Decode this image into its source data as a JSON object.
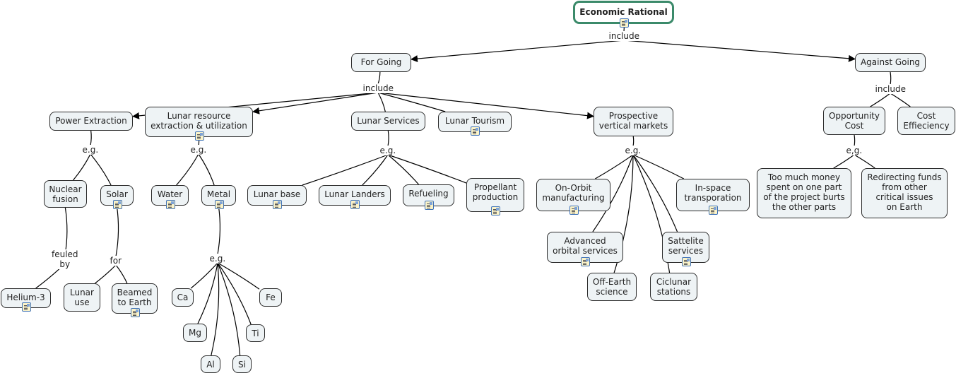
{
  "map_title": "Economic Rational",
  "nodes": [
    {
      "id": "root",
      "label": "Economic Rational",
      "doc": true,
      "root": true
    },
    {
      "id": "for",
      "label": "For Going",
      "doc": false
    },
    {
      "id": "against",
      "label": "Against Going",
      "doc": false
    },
    {
      "id": "power",
      "label": "Power Extraction",
      "doc": false
    },
    {
      "id": "resource",
      "label": "Lunar resource\nextraction & utilization",
      "doc": true
    },
    {
      "id": "services",
      "label": "Lunar Services",
      "doc": false
    },
    {
      "id": "tourism",
      "label": "Lunar Tourism",
      "doc": true
    },
    {
      "id": "vertical",
      "label": "Prospective\nvertical markets",
      "doc": false
    },
    {
      "id": "opportunity",
      "label": "Opportunity\nCost",
      "doc": false
    },
    {
      "id": "efficiency",
      "label": "Cost\nEffieciency",
      "doc": false
    },
    {
      "id": "nuclear",
      "label": "Nuclear\nfusion",
      "doc": false
    },
    {
      "id": "solar",
      "label": "Solar",
      "doc": true
    },
    {
      "id": "water",
      "label": "Water",
      "doc": true
    },
    {
      "id": "metal",
      "label": "Metal",
      "doc": true
    },
    {
      "id": "base",
      "label": "Lunar base",
      "doc": true
    },
    {
      "id": "landers",
      "label": "Lunar Landers",
      "doc": true
    },
    {
      "id": "refueling",
      "label": "Refueling",
      "doc": true
    },
    {
      "id": "propellant",
      "label": "Propellant\nproduction",
      "doc": true
    },
    {
      "id": "onorbit",
      "label": "On-Orbit\nmanufacturing",
      "doc": true
    },
    {
      "id": "inspace",
      "label": "In-space\ntransporation",
      "doc": true
    },
    {
      "id": "advanced",
      "label": "Advanced\norbital services",
      "doc": true
    },
    {
      "id": "satellite",
      "label": "Sattelite\nservices",
      "doc": true
    },
    {
      "id": "offearth",
      "label": "Off-Earth\nscience",
      "doc": false
    },
    {
      "id": "cislunar",
      "label": "Ciclunar\nstations",
      "doc": false
    },
    {
      "id": "toomuch",
      "label": "Too much money\nspent on one part\nof the project burts\nthe other parts",
      "doc": false
    },
    {
      "id": "redirect",
      "label": "Redirecting funds\nfrom other\ncritical issues\non Earth",
      "doc": false
    },
    {
      "id": "helium",
      "label": "Helium-3",
      "doc": true
    },
    {
      "id": "lunaruse",
      "label": "Lunar\nuse",
      "doc": false
    },
    {
      "id": "beamed",
      "label": "Beamed\nto Earth",
      "doc": true
    },
    {
      "id": "ca",
      "label": "Ca",
      "doc": false
    },
    {
      "id": "fe",
      "label": "Fe",
      "doc": false
    },
    {
      "id": "mg",
      "label": "Mg",
      "doc": false
    },
    {
      "id": "ti",
      "label": "Ti",
      "doc": false
    },
    {
      "id": "al",
      "label": "Al",
      "doc": false
    },
    {
      "id": "si",
      "label": "Si",
      "doc": false
    }
  ],
  "link_phrases": [
    {
      "id": "inc_root",
      "label": "include",
      "from": "root",
      "to": [
        "for",
        "against"
      ],
      "arrows": true
    },
    {
      "id": "inc_for",
      "label": "include",
      "from": "for",
      "to": [
        "power",
        "resource",
        "services",
        "tourism",
        "vertical"
      ],
      "arrows_to": [
        "power",
        "resource",
        "vertical"
      ]
    },
    {
      "id": "inc_against",
      "label": "include",
      "from": "against",
      "to": [
        "opportunity",
        "efficiency"
      ]
    },
    {
      "id": "eg_power",
      "label": "e.g.",
      "from": "power",
      "to": [
        "nuclear",
        "solar"
      ]
    },
    {
      "id": "eg_resource",
      "label": "e.g.",
      "from": "resource",
      "to": [
        "water",
        "metal"
      ]
    },
    {
      "id": "eg_services",
      "label": "e.g.",
      "from": "services",
      "to": [
        "base",
        "landers",
        "refueling",
        "propellant"
      ]
    },
    {
      "id": "eg_vertical",
      "label": "e.g.",
      "from": "vertical",
      "to": [
        "onorbit",
        "advanced",
        "offearth",
        "cislunar",
        "satellite",
        "inspace"
      ]
    },
    {
      "id": "eg_opportunity",
      "label": "e,g.",
      "from": "opportunity",
      "to": [
        "toomuch",
        "redirect"
      ]
    },
    {
      "id": "fueled",
      "label": "feuled\nby",
      "from": "nuclear",
      "to": [
        "helium"
      ]
    },
    {
      "id": "for_solar",
      "label": "for",
      "from": "solar",
      "to": [
        "lunaruse",
        "beamed"
      ]
    },
    {
      "id": "eg_metal",
      "label": "e.g.",
      "from": "metal",
      "to": [
        "ca",
        "mg",
        "al",
        "si",
        "ti",
        "fe"
      ]
    }
  ]
}
